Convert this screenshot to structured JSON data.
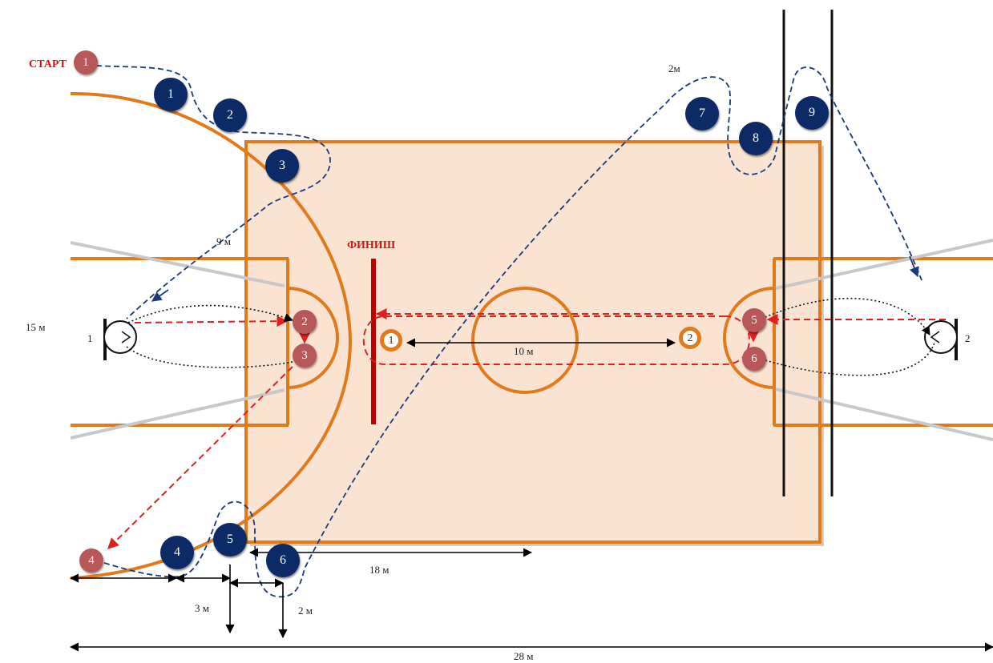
{
  "labels": {
    "start": "СТАРТ",
    "finish": "ФИНИШ",
    "dim_9m": "9 м",
    "dim_15m": "15 м",
    "dim_10m": "10 м",
    "dim_18m": "18 м",
    "dim_3m": "3 м",
    "dim_2m_bottom": "2 м",
    "dim_2m_top": "2м",
    "dim_28m": "28 м",
    "basket_left": "1",
    "basket_right": "2"
  },
  "cones": {
    "c1": "1",
    "c2": "2"
  },
  "blue_stations": {
    "s1": "1",
    "s2": "2",
    "s3": "3",
    "s4": "4",
    "s5": "5",
    "s6": "6",
    "s7": "7",
    "s8": "8",
    "s9": "9"
  },
  "red_points": {
    "r1": "1",
    "r2": "2",
    "r3": "3",
    "r4": "4",
    "r5": "5",
    "r6": "6"
  },
  "colors": {
    "court_fill": "#fbe3d2",
    "court_lines": "#e07a1b",
    "blue_station": "#0b2a66",
    "red_point": "#b85757",
    "red_path": "#e02020",
    "blue_path": "#1a3a7a",
    "finish_bar": "#c00000",
    "grey_lines": "#c8c8c8"
  },
  "icons": [
    "basket-icon",
    "cone-icon",
    "dimension-arrow-icon"
  ]
}
